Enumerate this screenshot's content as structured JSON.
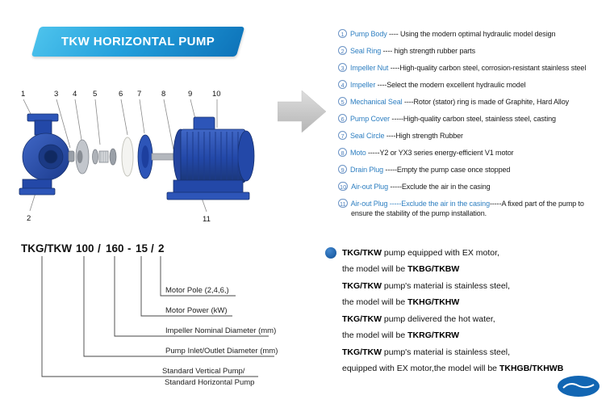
{
  "header": {
    "title": "TKW HORIZONTAL PUMP"
  },
  "diagram": {
    "top_labels": [
      "1",
      "3",
      "4",
      "5",
      "6",
      "7",
      "8",
      "9",
      "10"
    ],
    "bottom_labels": [
      "2",
      "11"
    ]
  },
  "parts": [
    {
      "num": "1",
      "name": "Pump Body",
      "mid": "",
      "desc": " ---- Using the modern optimal hydraulic model design"
    },
    {
      "num": "2",
      "name": "Seal Ring",
      "mid": "",
      "desc": " ---- high strength rubber parts"
    },
    {
      "num": "3",
      "name": "Impeller Nut",
      "mid": "",
      "desc": " ----High-quality carbon steel, corrosion-resistant stainless steel"
    },
    {
      "num": "4",
      "name": "Impeller",
      "mid": "",
      "desc": " ----Select the modern excellent hydraulic model"
    },
    {
      "num": "5",
      "name": "Mechanical Seal",
      "mid": "",
      "desc": " ----Rotor (stator) ring is made of Graphite, Hard Alloy"
    },
    {
      "num": "6",
      "name": "Pump Cover",
      "mid": "",
      "desc": " -----High-quality carbon steel, stainless steel, casting"
    },
    {
      "num": "7",
      "name": "Seal Circle",
      "mid": "",
      "desc": " ----High strength Rubber"
    },
    {
      "num": "8",
      "name": "Moto",
      "mid": "",
      "desc": " -----Y2 or YX3 series energy-efficient V1 motor"
    },
    {
      "num": "9",
      "name": "Drain Plug",
      "mid": "",
      "desc": " -----Empty the pump case once stopped"
    },
    {
      "num": "10",
      "name": "Air-out Plug",
      "mid": "",
      "desc": " -----Exclude the air in the casing"
    },
    {
      "num": "11",
      "name": "Air-out Plug",
      "mid": " -----Exclude the air in the casing",
      "desc": "-----A fixed part of the pump to ensure the stability of the pump installation."
    }
  ],
  "model_code": {
    "tokens": [
      "TKG/TKW",
      "100",
      "/",
      "160",
      "-",
      "15",
      "/",
      "2"
    ],
    "labels": [
      "Motor Pole (2,4,6,)",
      "Motor Power  (kW)",
      "Impeller Nominal Diameter (mm)",
      "Pump Inlet/Outlet Diameter (mm)",
      "Standard Vertical Pump/",
      "Standard  Horizontal Pump"
    ]
  },
  "notes": [
    {
      "b1": "TKG/TKW",
      "t1": " pump equipped with EX motor,",
      "t2": "the model will be ",
      "b2": "TKBG/TKBW"
    },
    {
      "b1": "TKG/TKW",
      "t1": " pump's material is stainless steel,",
      "t2": "the model will be ",
      "b2": "TKHG/TKHW"
    },
    {
      "b1": "TKG/TKW",
      "t1": " pump delivered the hot water,",
      "t2": "the model will be ",
      "b2": "TKRG/TKRW"
    },
    {
      "b1": "TKG/TKW",
      "t1": " pump's material is stainless steel,",
      "t2": "equipped with EX motor,the model will be ",
      "b2": "TKHGB/TKHWB"
    }
  ],
  "colors": {
    "banner_blue": "#1a8ad0",
    "part_name_blue": "#2e7fc1",
    "pump_blue": "#2348a8",
    "arrow_gray": "#cccccc",
    "bullet_blue": "#0f4f96",
    "logo_blue": "#1266b3"
  }
}
